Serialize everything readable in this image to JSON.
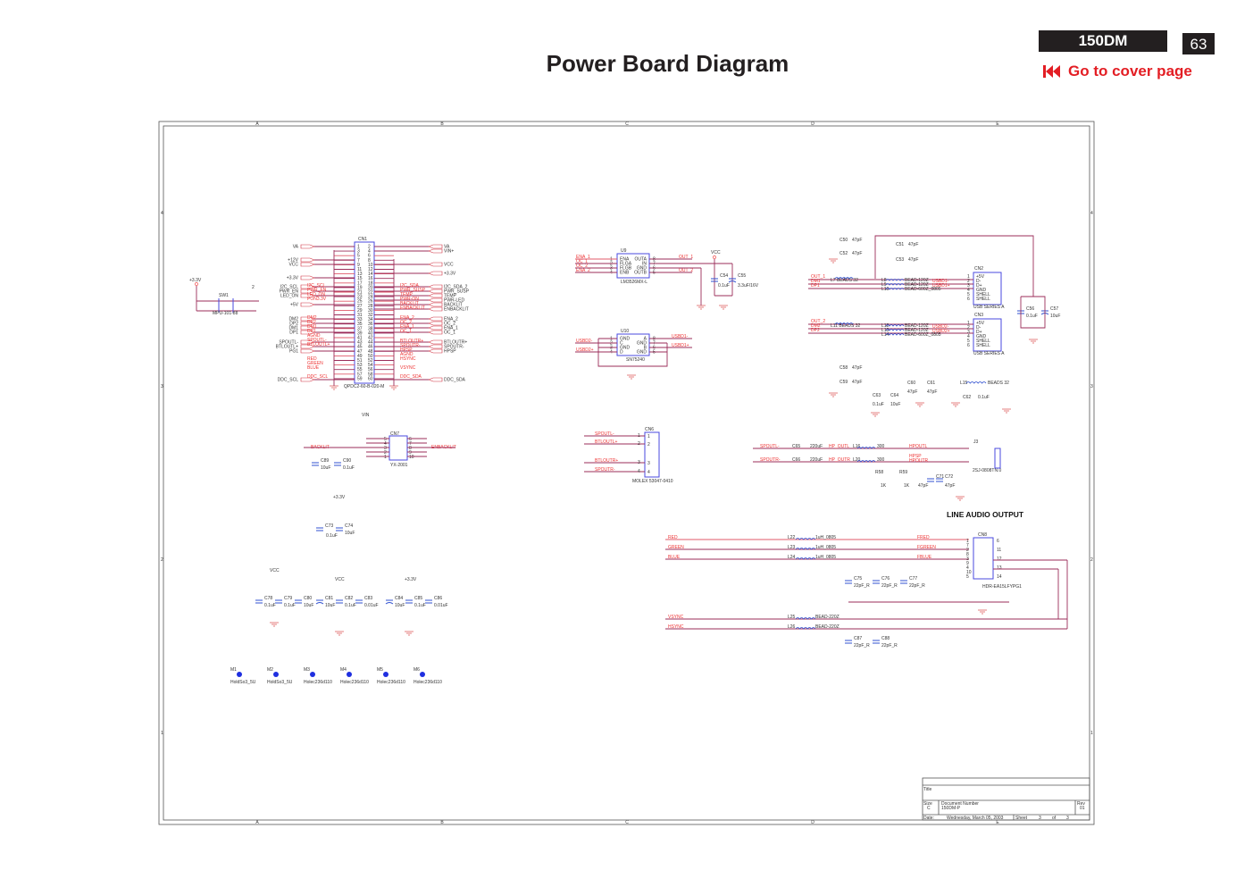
{
  "header": {
    "model": "150DM",
    "page_number": "63",
    "title": "Power Board  Diagram",
    "cover_link": "Go to cover page",
    "cover_icon": "skip-back-icon"
  },
  "schematic": {
    "cn1": {
      "ref": "CN1",
      "part": "QPDC2-60-B-020-M",
      "left_nets": [
        "VA",
        "+12V",
        "VCC",
        "+3.3V",
        "I2C_SCL",
        "PWR_EN",
        "LED_ON",
        "+5V",
        "DM2",
        "DP2",
        "DM1",
        "DP1",
        "SPOUTL-",
        "BTLOUTL+",
        "PG1",
        "DDC_SCL"
      ],
      "right_nets": [
        "VA",
        "VIN+",
        "VCC",
        "+3.3V",
        "I2C_SDA_2",
        "PWR_SUSP",
        "TEMP",
        "PWR-LED",
        "BACKLIT",
        "ENBACKLIT",
        "ENA_2",
        "OC_2",
        "ENA_1",
        "OC_1",
        "BTLOUTR+",
        "SPOUTR-",
        "HPSP",
        "DDC_SDA"
      ],
      "inner_left": [
        "I2C_SCL",
        "PWR_EN",
        "LED_ON",
        "PON3.3V",
        "DM2",
        "DP2",
        "DM1",
        "DP1",
        "AGND",
        "SPOUTL-",
        "BTLOUTL+",
        "RED",
        "GREEN",
        "BLUE",
        "DDC_SCL"
      ],
      "inner_right": [
        "I2C_SDA",
        "PWR_SUSP",
        "TEMP",
        "PWR-ON",
        "BACKLIT",
        "ENBACKLIT",
        "ENA_2",
        "OC_2",
        "ENA_1",
        "OC_1",
        "BTLOUTR+",
        "SPOUTR-",
        "HPSP",
        "AGND",
        "HSYNC",
        "VSYNC",
        "DDC_SDA"
      ],
      "pins_left": [
        "1",
        "3",
        "5",
        "7",
        "9",
        "11",
        "13",
        "15",
        "17",
        "19",
        "21",
        "23",
        "25",
        "27",
        "29",
        "31",
        "33",
        "35",
        "37",
        "39",
        "41",
        "43",
        "45",
        "47",
        "49",
        "51",
        "53",
        "55",
        "57",
        "59"
      ],
      "pins_right": [
        "2",
        "4",
        "6",
        "8",
        "10",
        "12",
        "14",
        "16",
        "18",
        "20",
        "22",
        "24",
        "26",
        "28",
        "30",
        "32",
        "34",
        "36",
        "38",
        "40",
        "42",
        "44",
        "46",
        "48",
        "50",
        "52",
        "54",
        "56",
        "58",
        "60"
      ]
    },
    "sw1": {
      "ref": "SW1",
      "part": "MPU-101-88",
      "supply": "+3.3V",
      "label": "2"
    },
    "u9": {
      "ref": "U9",
      "part": "LM3526MX-L",
      "left_pins": [
        "ENA",
        "FLGA",
        "FLGB",
        "ENB"
      ],
      "right_pins": [
        "OUTA",
        "IN",
        "GND",
        "OUTB"
      ],
      "left_nums": [
        "1",
        "2",
        "3",
        "4"
      ],
      "right_nums": [
        "8",
        "7",
        "6",
        "5"
      ],
      "in_nets": [
        "ENA_1",
        "OC_1",
        "OC_2",
        "ENA_2"
      ],
      "out_nets": [
        "OUT_1",
        "OUT_2"
      ]
    },
    "u9_caps": {
      "supply": "VCC",
      "c1": "C54",
      "c1v": "0.1uF",
      "c2": "C55",
      "c2v": "3.3uF/16V"
    },
    "u10": {
      "ref": "U10",
      "part": "SN75240",
      "left_pins": [
        "GND",
        "C",
        "GND",
        "D"
      ],
      "right_pins": [
        "A",
        "GND",
        "B",
        "GND"
      ],
      "left_nums": [
        "1",
        "2",
        "3",
        "4"
      ],
      "right_nums": [
        "8",
        "7",
        "6",
        "5"
      ],
      "in_nets": [
        "USBD2-",
        "USBD2+"
      ],
      "out_nets": [
        "USBD1-",
        "USBD1+"
      ]
    },
    "usb": {
      "caps": [
        [
          "C50",
          "47pF"
        ],
        [
          "C52",
          "47pF"
        ],
        [
          "C51",
          "47pF"
        ],
        [
          "C53",
          "47pF"
        ]
      ],
      "cn2": {
        "ref": "CN2",
        "part": "USB SERIES A",
        "pins": [
          "+5V",
          "D-",
          "D+",
          "GND",
          "SHELL",
          "SHELL"
        ],
        "nums": [
          "1",
          "2",
          "3",
          "4",
          "5",
          "6"
        ]
      },
      "cn3": {
        "ref": "CN3",
        "part": "USB SERIES A",
        "pins": [
          "+5V",
          "D-",
          "D+",
          "GND",
          "SHELL",
          "SHELL"
        ],
        "nums": [
          "1",
          "2",
          "3",
          "4",
          "5",
          "6"
        ]
      },
      "row1": [
        "OUT_1",
        "DM1",
        "DP1"
      ],
      "row2": [
        "OUT_2",
        "DM2",
        "DP2"
      ],
      "beads1": [
        "L7  BEADS 32",
        "L8",
        "L9",
        "L10",
        "BEAD-120Z",
        "BEAD-120Z",
        "BEAD-600Z_0805"
      ],
      "beads2": [
        "L11  BEADS 32",
        "L12",
        "L13",
        "L14",
        "BEAD-120Z",
        "BEAD-120Z",
        "BEAD-600Z_0805"
      ],
      "nets1": [
        "USBD1-",
        "USBD1+"
      ],
      "nets2": [
        "USBD2-",
        "USBD2+"
      ],
      "c56": [
        "C56",
        "0.1uF"
      ],
      "c57": [
        "C57",
        "10uF"
      ],
      "low_caps": [
        [
          "C58",
          "47pF"
        ],
        [
          "C59",
          "47pF"
        ],
        [
          "C63",
          "0.1uF"
        ],
        [
          "C64",
          "10uF"
        ],
        [
          "C60",
          "47pF"
        ],
        [
          "C61",
          "47pF"
        ]
      ],
      "l15": [
        "L15",
        "BEADS 32"
      ],
      "c62": [
        "C62",
        "0.1uF"
      ]
    },
    "cn7": {
      "ref": "CN7",
      "part": "YX-2001",
      "supply": "VIN",
      "left_net": "BACKLIT",
      "right_net": "ENBACKLIT",
      "left_nums": [
        "5",
        "4",
        "3",
        "2",
        "1"
      ],
      "right_nums": [
        "6",
        "7",
        "8",
        "9",
        "10"
      ],
      "caps": [
        [
          "C89",
          "10uF"
        ],
        [
          "C90",
          "0.1uF"
        ]
      ]
    },
    "cn6": {
      "ref": "CN6",
      "part": "MOLEX 53047-0410",
      "nets": [
        "SPOUTL-",
        "BTLOUTL+",
        "BTLOUTR+",
        "SPOUTR-"
      ],
      "nums": [
        "1",
        "2",
        "3",
        "4"
      ]
    },
    "audio": {
      "title": "LINE AUDIO OUTPUT",
      "in_nets": [
        "SPOUTL-",
        "SPOUTR-"
      ],
      "caps": [
        [
          "C65",
          "220uF"
        ],
        [
          "C66",
          "220uF"
        ]
      ],
      "hp_nets": [
        "HP_OUTL",
        "HP_OUTR"
      ],
      "beads": [
        [
          "L16",
          "300"
        ],
        [
          "L20",
          "300"
        ]
      ],
      "out_nets": [
        "HPOUTL",
        "HPSP",
        "HPOUTR"
      ],
      "res": [
        [
          "R58",
          "1K"
        ],
        [
          "R59",
          "1K"
        ]
      ],
      "out_caps": [
        [
          "C71",
          "47pF"
        ],
        [
          "C72",
          "47pF"
        ]
      ],
      "jack": {
        "ref": "J3",
        "part": "2SJ-0808TN.0",
        "pins": [
          "2",
          "3",
          "4",
          "6",
          "1"
        ]
      }
    },
    "bypass": {
      "c73": [
        "C73",
        "0.1uF"
      ],
      "c74": [
        "C74",
        "10uF"
      ],
      "supply_a": "+3.3V",
      "group1": {
        "supply": "VCC",
        "caps": [
          [
            "C78",
            "0.1uF"
          ],
          [
            "C79",
            "0.1uF"
          ],
          [
            "C80",
            "10uF"
          ]
        ]
      },
      "group2": {
        "supply": "VCC",
        "caps": [
          [
            "C81",
            "10uF"
          ],
          [
            "C82",
            "0.1uF"
          ],
          [
            "C83",
            "0.01uF"
          ]
        ]
      },
      "group3": {
        "supply": "+3.3V",
        "caps": [
          [
            "C84",
            "10uF"
          ],
          [
            "C85",
            "0.1uF"
          ],
          [
            "C86",
            "0.01uF"
          ]
        ]
      }
    },
    "vga": {
      "nets_in": [
        "RED",
        "GREEN",
        "BLUE"
      ],
      "beads": [
        [
          "L22",
          "1uH_0805"
        ],
        [
          "L23",
          "1uH_0805"
        ],
        [
          "L24",
          "1uH_0805"
        ]
      ],
      "nets_out": [
        "FRED",
        "FGREEN",
        "FBLUE"
      ],
      "caps": [
        [
          "C75",
          "22pF_R"
        ],
        [
          "C76",
          "22pF_R"
        ],
        [
          "C77",
          "22pF_R"
        ]
      ],
      "sync_in": [
        "VSYNC",
        "HSYNC"
      ],
      "sync_beads": [
        [
          "L25",
          "BEAD-220Z"
        ],
        [
          "L26",
          "BEAD-220Z"
        ]
      ],
      "sync_caps": [
        [
          "C87",
          "22pF_R"
        ],
        [
          "C88",
          "22pF_R"
        ]
      ],
      "connector": {
        "ref": "CN8",
        "part": "HDR-EA15LFYPG1",
        "left_nums": [
          "1",
          "7",
          "2",
          "8",
          "3",
          "9",
          "4",
          "10",
          "5"
        ],
        "right_nums": [
          "6",
          "11",
          "12",
          "13",
          "14"
        ]
      }
    },
    "mounting_holes": [
      {
        "ref": "M1",
        "part": "HoldSo3_5U"
      },
      {
        "ref": "M2",
        "part": "HoldSo3_5U"
      },
      {
        "ref": "M3",
        "part": "Holec236d110"
      },
      {
        "ref": "M4",
        "part": "Holec236d110"
      },
      {
        "ref": "M5",
        "part": "Holec236d110"
      },
      {
        "ref": "M6",
        "part": "Holec236d110"
      }
    ],
    "title_block": {
      "title_label": "Title",
      "size_label": "Size",
      "size": "C",
      "doc_label": "Document Number",
      "doc_number": "150DM-P",
      "rev_label": "Rev",
      "rev": "01",
      "date_label": "Date:",
      "date": "Wednesday, March 05, 2003",
      "sheet_label": "Sheet",
      "sheet": "3",
      "of_label": "of",
      "sheets": "3"
    },
    "border_cols": [
      "A",
      "B",
      "C",
      "D",
      "E"
    ],
    "border_rows": [
      "4",
      "3",
      "2",
      "1"
    ]
  }
}
